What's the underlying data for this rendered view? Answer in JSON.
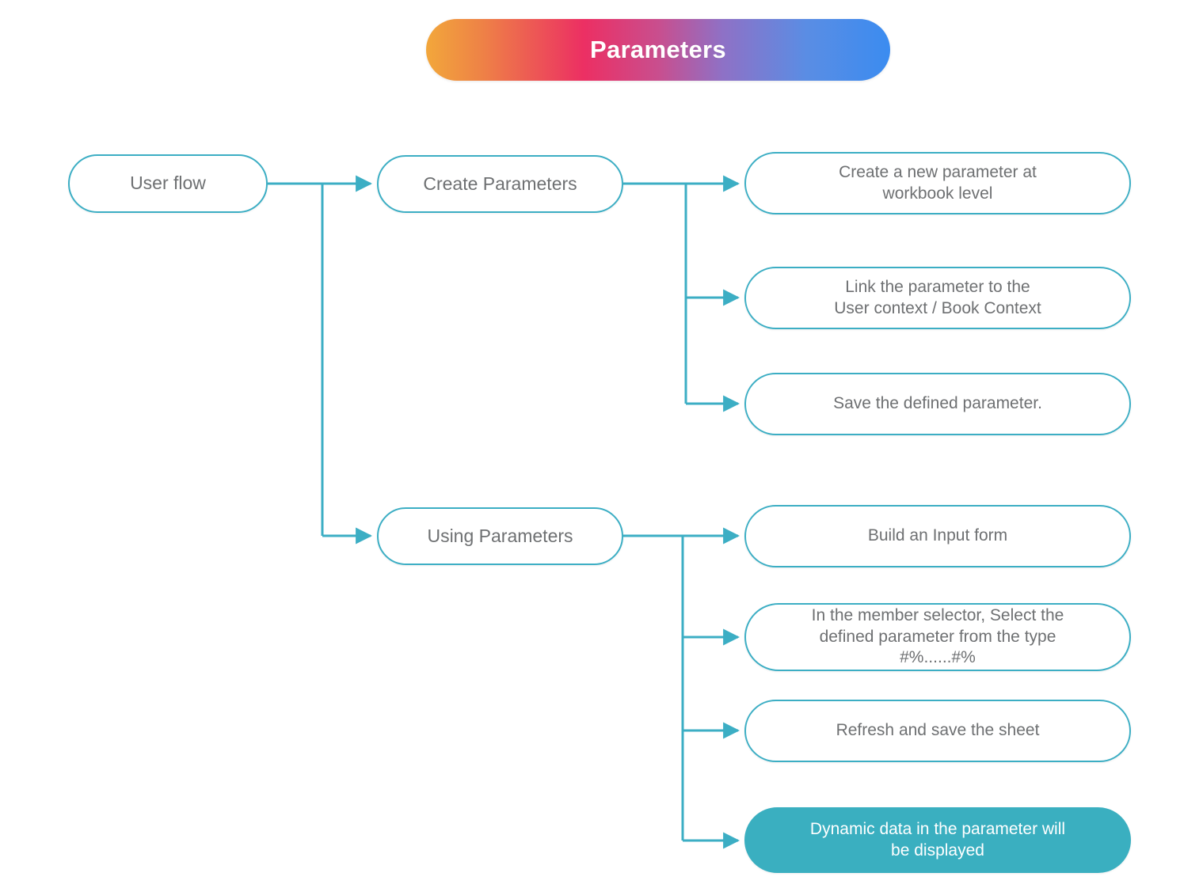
{
  "header": {
    "title": "Parameters",
    "gradient_from": "#F2A73B",
    "gradient_mid": "#EC2F63",
    "gradient_to": "#3B8CF0"
  },
  "theme": {
    "accent": "#3CAEC4",
    "filled_node_bg": "#3AAFC0",
    "node_text": "#6E7072",
    "filled_node_text": "#FFFFFF",
    "canvas_bg": "#FFFFFF"
  },
  "diagram": {
    "type": "flowchart",
    "orientation": "left-to-right",
    "root": {
      "id": "user-flow",
      "label": "User flow"
    },
    "branches": [
      {
        "id": "create-parameters",
        "label": "Create Parameters",
        "steps": [
          {
            "id": "create-new-parameter",
            "label": "Create a new parameter at\nworkbook level",
            "filled": false
          },
          {
            "id": "link-parameter-context",
            "label": "Link the parameter to the\nUser context / Book Context",
            "filled": false
          },
          {
            "id": "save-defined-parameter",
            "label": "Save the defined parameter.",
            "filled": false
          }
        ]
      },
      {
        "id": "using-parameters",
        "label": "Using Parameters",
        "steps": [
          {
            "id": "build-input-form",
            "label": "Build an Input form",
            "filled": false
          },
          {
            "id": "member-selector",
            "label": "In the member selector, Select  the\ndefined parameter from the type\n#%......#%",
            "filled": false
          },
          {
            "id": "refresh-save-sheet",
            "label": "Refresh and save the sheet",
            "filled": false
          },
          {
            "id": "dynamic-data-displayed",
            "label": "Dynamic data in the parameter will\nbe displayed",
            "filled": true
          }
        ]
      }
    ]
  }
}
